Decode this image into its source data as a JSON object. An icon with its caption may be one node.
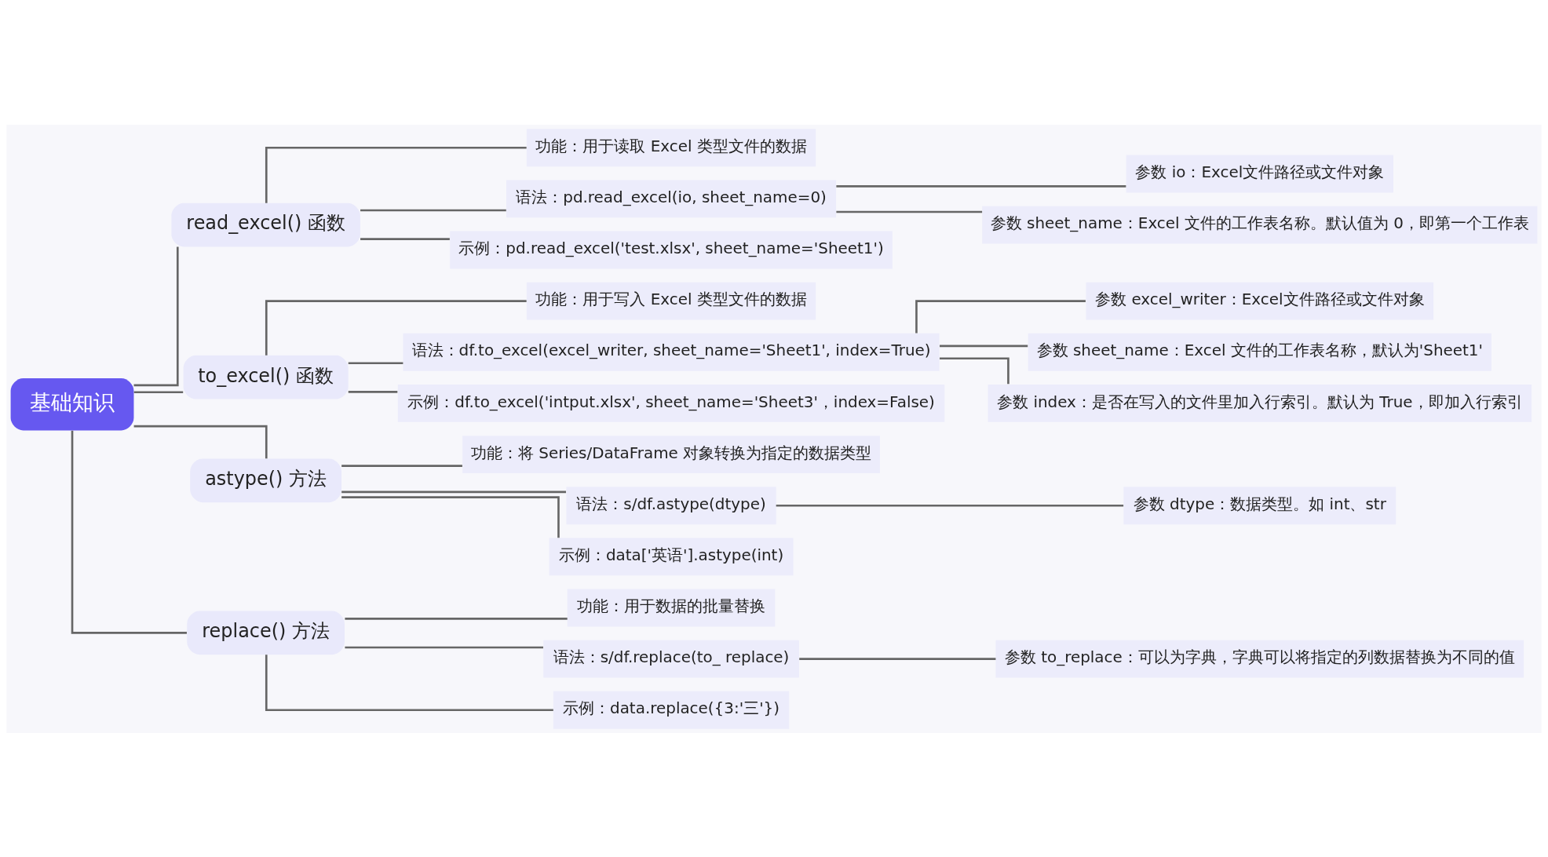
{
  "diagram": {
    "nodes": [
      {
        "text": [
          "基础知识"
        ]
      },
      {
        "text": [
          "read_excel() 函数"
        ]
      },
      {
        "text": [
          "功能：用于读取 Excel 类型文件的数据"
        ]
      },
      {
        "text": [
          "语法：pd.read_excel(io, sheet_name=0)"
        ]
      },
      {
        "text": [
          "参数 io：Excel文件路径或文件对象"
        ]
      },
      {
        "text": [
          "参数 sheet_name：Excel 文件的工作表名称。默认值为 0，即第一个工作表"
        ]
      },
      {
        "text": [
          "示例：pd.read_excel('test.xlsx', sheet_name='Sheet1')"
        ]
      },
      {
        "text": [
          "to_excel() 函数"
        ]
      },
      {
        "text": [
          "功能：用于写入 Excel 类型文件的数据"
        ]
      },
      {
        "text": [
          "语法：df.to_excel(excel_writer, sheet_name='Sheet1', index=True)"
        ]
      },
      {
        "text": [
          "参数 excel_writer：Excel文件路径或文件对象"
        ]
      },
      {
        "text": [
          "参数 sheet_name：Excel 文件的工作表名称，默认为'Sheet1'"
        ]
      },
      {
        "text": [
          "参数 index：是否在写入的文件里加入行索引。默认为 True，即加入行索引"
        ]
      },
      {
        "text": [
          "示例：df.to_excel('intput.xlsx', sheet_name='Sheet3'，index=False)"
        ]
      },
      {
        "text": [
          "astype() 方法"
        ]
      },
      {
        "text": [
          "功能：将 Series/DataFrame 对象转换为指定的数据类型"
        ]
      },
      {
        "text": [
          "语法：s/df.astype(dtype)"
        ]
      },
      {
        "text": [
          "参数 dtype：数据类型。如 int、str"
        ]
      },
      {
        "text": [
          "示例：data['英语'].astype(int)"
        ]
      },
      {
        "text": [
          "replace() 方法"
        ]
      },
      {
        "text": [
          "功能：用于数据的批量替换"
        ]
      },
      {
        "text": [
          "语法：s/df.replace(to_ replace)"
        ]
      },
      {
        "text": [
          "参数 to_replace：可以为字典，字典可以将指定的列数据替换为不同的值"
        ]
      },
      {
        "text": [
          "示例：data.replace({3:'三'})"
        ]
      }
    ],
    "edges": [
      {
        "from": 0,
        "to": 1,
        "arrow": "none"
      },
      {
        "from": 1,
        "to": 2,
        "arrow": "none"
      },
      {
        "from": 1,
        "to": 3,
        "arrow": "none"
      },
      {
        "from": 3,
        "to": 4,
        "arrow": "none"
      },
      {
        "from": 3,
        "to": 5,
        "arrow": "none"
      },
      {
        "from": 1,
        "to": 6,
        "arrow": "none"
      },
      {
        "from": 0,
        "to": 7,
        "arrow": "none"
      },
      {
        "from": 7,
        "to": 8,
        "arrow": "none"
      },
      {
        "from": 7,
        "to": 9,
        "arrow": "none"
      },
      {
        "from": 9,
        "to": 10,
        "arrow": "none"
      },
      {
        "from": 9,
        "to": 11,
        "arrow": "none"
      },
      {
        "from": 9,
        "to": 12,
        "arrow": "none"
      },
      {
        "from": 7,
        "to": 13,
        "arrow": "none"
      },
      {
        "from": 0,
        "to": 14,
        "arrow": "none"
      },
      {
        "from": 14,
        "to": 15,
        "arrow": "none"
      },
      {
        "from": 14,
        "to": 16,
        "arrow": "none"
      },
      {
        "from": 16,
        "to": 17,
        "arrow": "none"
      },
      {
        "from": 14,
        "to": 18,
        "arrow": "none"
      },
      {
        "from": 0,
        "to": 19,
        "arrow": "none"
      },
      {
        "from": 19,
        "to": 20,
        "arrow": "none"
      },
      {
        "from": 19,
        "to": 21,
        "arrow": "none"
      },
      {
        "from": 21,
        "to": 22,
        "arrow": "none"
      },
      {
        "from": 19,
        "to": 23,
        "arrow": "none"
      }
    ]
  }
}
